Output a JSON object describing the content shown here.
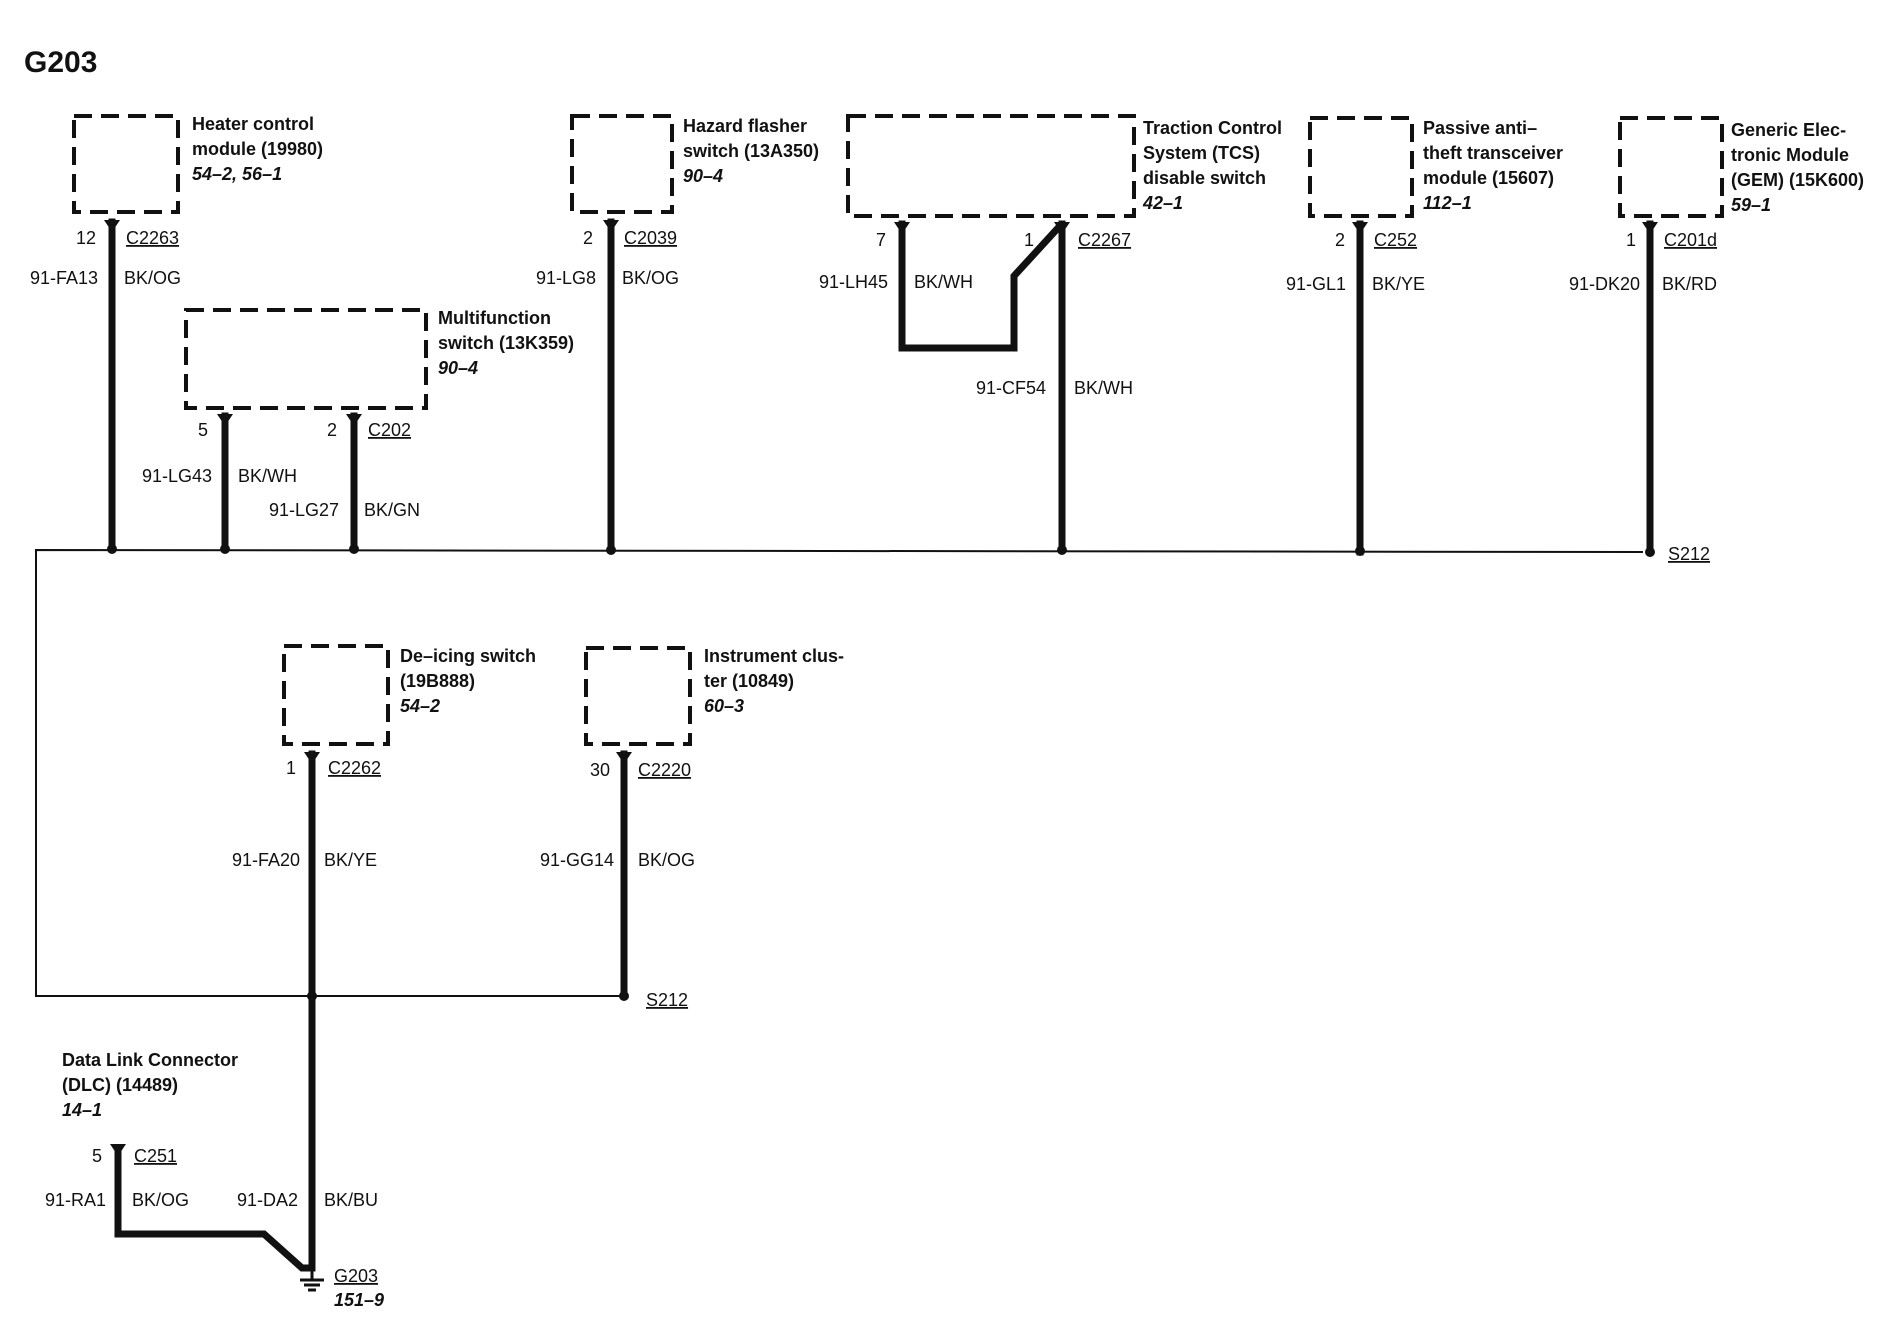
{
  "title": "G203",
  "components": [
    {
      "name_lines": [
        "Heater control",
        "module (19980)"
      ],
      "ref": "54–2, 56–1",
      "pin": "12",
      "connector": "C2263",
      "circuit": "91-FA13",
      "color": "BK/OG"
    },
    {
      "name_lines": [
        "Multifunction",
        "switch (13K359)"
      ],
      "ref": "90–4",
      "pins": [
        "5",
        "2"
      ],
      "connector": "C202",
      "circuits": [
        {
          "circuit": "91-LG43",
          "color": "BK/WH"
        },
        {
          "circuit": "91-LG27",
          "color": "BK/GN"
        }
      ]
    },
    {
      "name_lines": [
        "Hazard flasher",
        "switch (13A350)"
      ],
      "ref": "90–4",
      "pin": "2",
      "connector": "C2039",
      "circuit": "91-LG8",
      "color": "BK/OG"
    },
    {
      "name_lines": [
        "Traction Control",
        "System (TCS)",
        "disable switch"
      ],
      "ref": "42–1",
      "pins": [
        "7",
        "1"
      ],
      "connector": "C2267",
      "circuits": [
        {
          "circuit": "91-LH45",
          "color": "BK/WH"
        },
        {
          "circuit": "91-CF54",
          "color": "BK/WH"
        }
      ]
    },
    {
      "name_lines": [
        "Passive anti–",
        "theft transceiver",
        "module (15607)"
      ],
      "ref": "112–1",
      "pin": "2",
      "connector": "C252",
      "circuit": "91-GL1",
      "color": "BK/YE"
    },
    {
      "name_lines": [
        "Generic Elec-",
        "tronic Module",
        "(GEM) (15K600)"
      ],
      "ref": "59–1",
      "pin": "1",
      "connector": "C201d",
      "circuit": "91-DK20",
      "color": "BK/RD"
    },
    {
      "name_lines": [
        "De–icing switch",
        "(19B888)"
      ],
      "ref": "54–2",
      "pin": "1",
      "connector": "C2262",
      "circuit": "91-FA20",
      "color": "BK/YE"
    },
    {
      "name_lines": [
        "Instrument clus-",
        "ter (10849)"
      ],
      "ref": "60–3",
      "pin": "30",
      "connector": "C2220",
      "circuit": "91-GG14",
      "color": "BK/OG"
    },
    {
      "name_lines": [
        "Data Link Connector",
        "(DLC) (14489)"
      ],
      "ref": "14–1",
      "pin": "5",
      "connector": "C251",
      "circuit": "91-RA1",
      "color": "BK/OG"
    }
  ],
  "splices": [
    "S212",
    "S212"
  ],
  "trunk": {
    "circuit": "91-DA2",
    "color": "BK/BU"
  },
  "ground": {
    "name": "G203",
    "ref": "151–9"
  }
}
